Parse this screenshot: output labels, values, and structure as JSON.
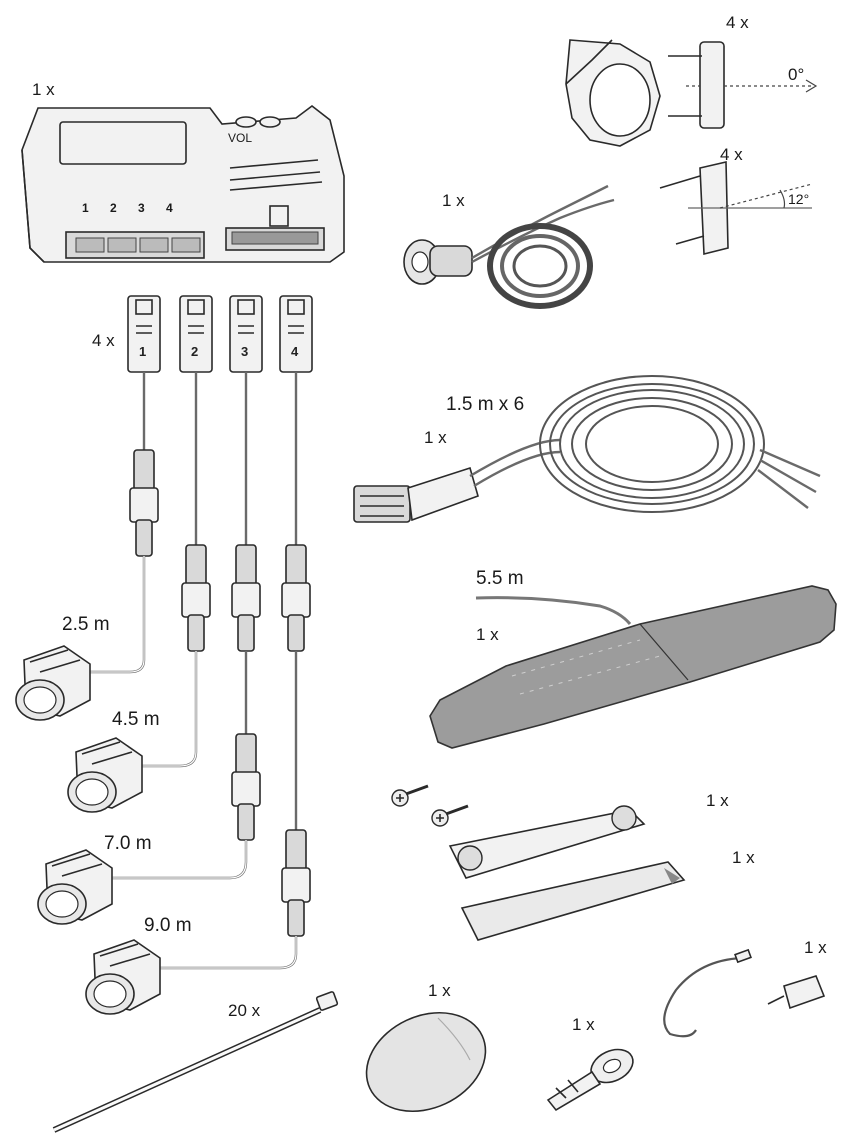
{
  "labels": {
    "control_unit_qty": "1 x",
    "control_unit_vol": "VOL",
    "control_unit_pos": "1 2 3 4",
    "sensor_connectors_qty": "4 x",
    "connector_1": "1",
    "connector_2": "2",
    "connector_3": "3",
    "connector_4": "4",
    "cable_1_length": "2.5 m",
    "cable_2_length": "4.5 m",
    "cable_3_length": "7.0 m",
    "cable_4_length": "9.0 m",
    "sensor_ring_qty": "4 x",
    "angle_0": "0°",
    "angle_holder_qty": "4 x",
    "angle_12": "12°",
    "speaker_qty": "1 x",
    "harness_length": "1.5 m x 6",
    "harness_qty": "1 x",
    "display_cable_length": "5.5 m",
    "display_qty": "1 x",
    "screws_bracket_qty": "1 x",
    "adhesive_pad_qty": "1 x",
    "wire_qty": "1 x",
    "cable_ties_qty": "20 x",
    "round_pad_qty": "1 x",
    "ring_terminal_qty": "1 x"
  }
}
